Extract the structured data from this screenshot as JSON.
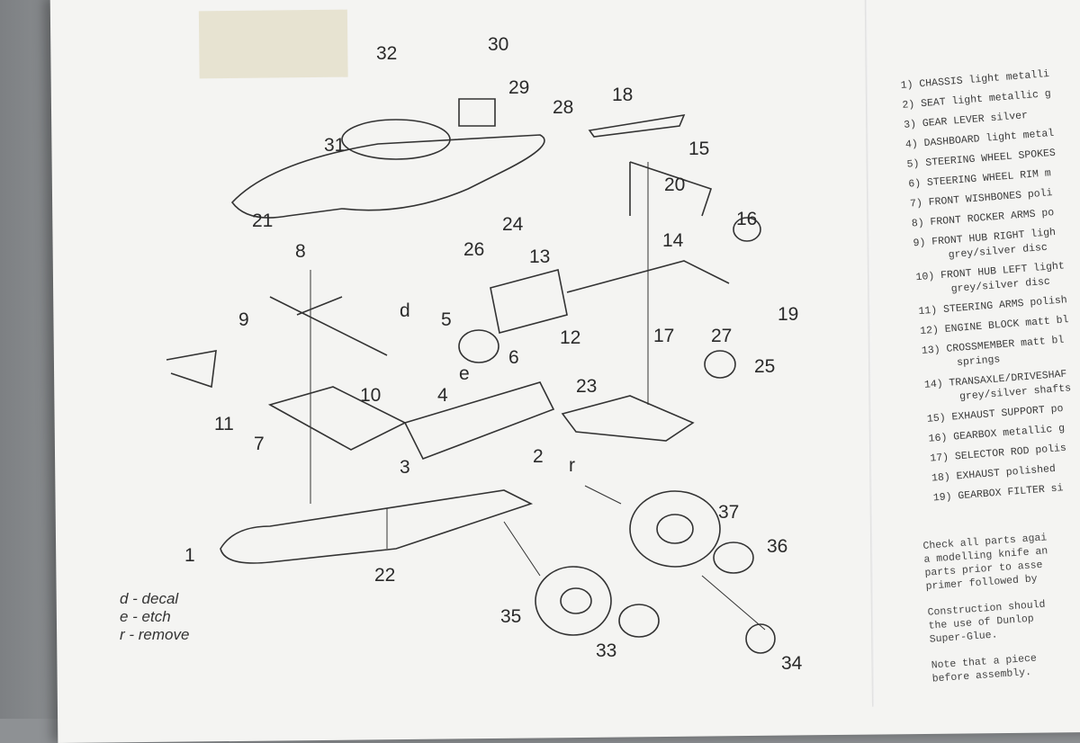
{
  "parts_list": [
    {
      "n": "1)",
      "text": "CHASSIS light metalli"
    },
    {
      "n": "2)",
      "text": "SEAT light metallic g"
    },
    {
      "n": "3)",
      "text": "GEAR LEVER silver"
    },
    {
      "n": "4)",
      "text": "DASHBOARD light metal"
    },
    {
      "n": "5)",
      "text": "STEERING WHEEL SPOKES"
    },
    {
      "n": "6)",
      "text": "STEERING WHEEL RIM m"
    },
    {
      "n": "7)",
      "text": "FRONT WISHBONES poli"
    },
    {
      "n": "8)",
      "text": "FRONT ROCKER ARMS po"
    },
    {
      "n": "9)",
      "text": "FRONT HUB RIGHT ligh",
      "sub": "grey/silver disc"
    },
    {
      "n": "10)",
      "text": "FRONT HUB LEFT light",
      "sub": "grey/silver disc"
    },
    {
      "n": "11)",
      "text": "STEERING ARMS polish"
    },
    {
      "n": "12)",
      "text": "ENGINE BLOCK matt bl"
    },
    {
      "n": "13)",
      "text": "CROSSMEMBER matt bl",
      "sub": "springs"
    },
    {
      "n": "14)",
      "text": "TRANSAXLE/DRIVESHAF",
      "sub": "grey/silver shafts"
    },
    {
      "n": "15)",
      "text": "EXHAUST SUPPORT po"
    },
    {
      "n": "16)",
      "text": "GEARBOX metallic g"
    },
    {
      "n": "17)",
      "text": "SELECTOR ROD polis"
    },
    {
      "n": "18)",
      "text": "EXHAUST polished"
    },
    {
      "n": "19)",
      "text": "GEARBOX FILTER si"
    }
  ],
  "notes": [
    [
      "Check all parts agai",
      "a modelling knife an",
      "parts prior to asse",
      "primer followed by"
    ],
    [
      "Construction should",
      "the use of Dunlop",
      "Super-Glue."
    ],
    [
      "Note that a piece",
      "before assembly."
    ]
  ],
  "legend": [
    "d - decal",
    "e - etch",
    "r - remove"
  ],
  "callouts": [
    "32",
    "30",
    "29",
    "18",
    "28",
    "15",
    "31",
    "20",
    "16",
    "24",
    "14",
    "21",
    "26",
    "13",
    "8",
    "9",
    "d",
    "5",
    "19",
    "12",
    "17",
    "27",
    "6",
    "25",
    "10",
    "4",
    "23",
    "11",
    "7",
    "e",
    "3",
    "2",
    "r",
    "37",
    "36",
    "1",
    "22",
    "35",
    "33",
    "34"
  ]
}
